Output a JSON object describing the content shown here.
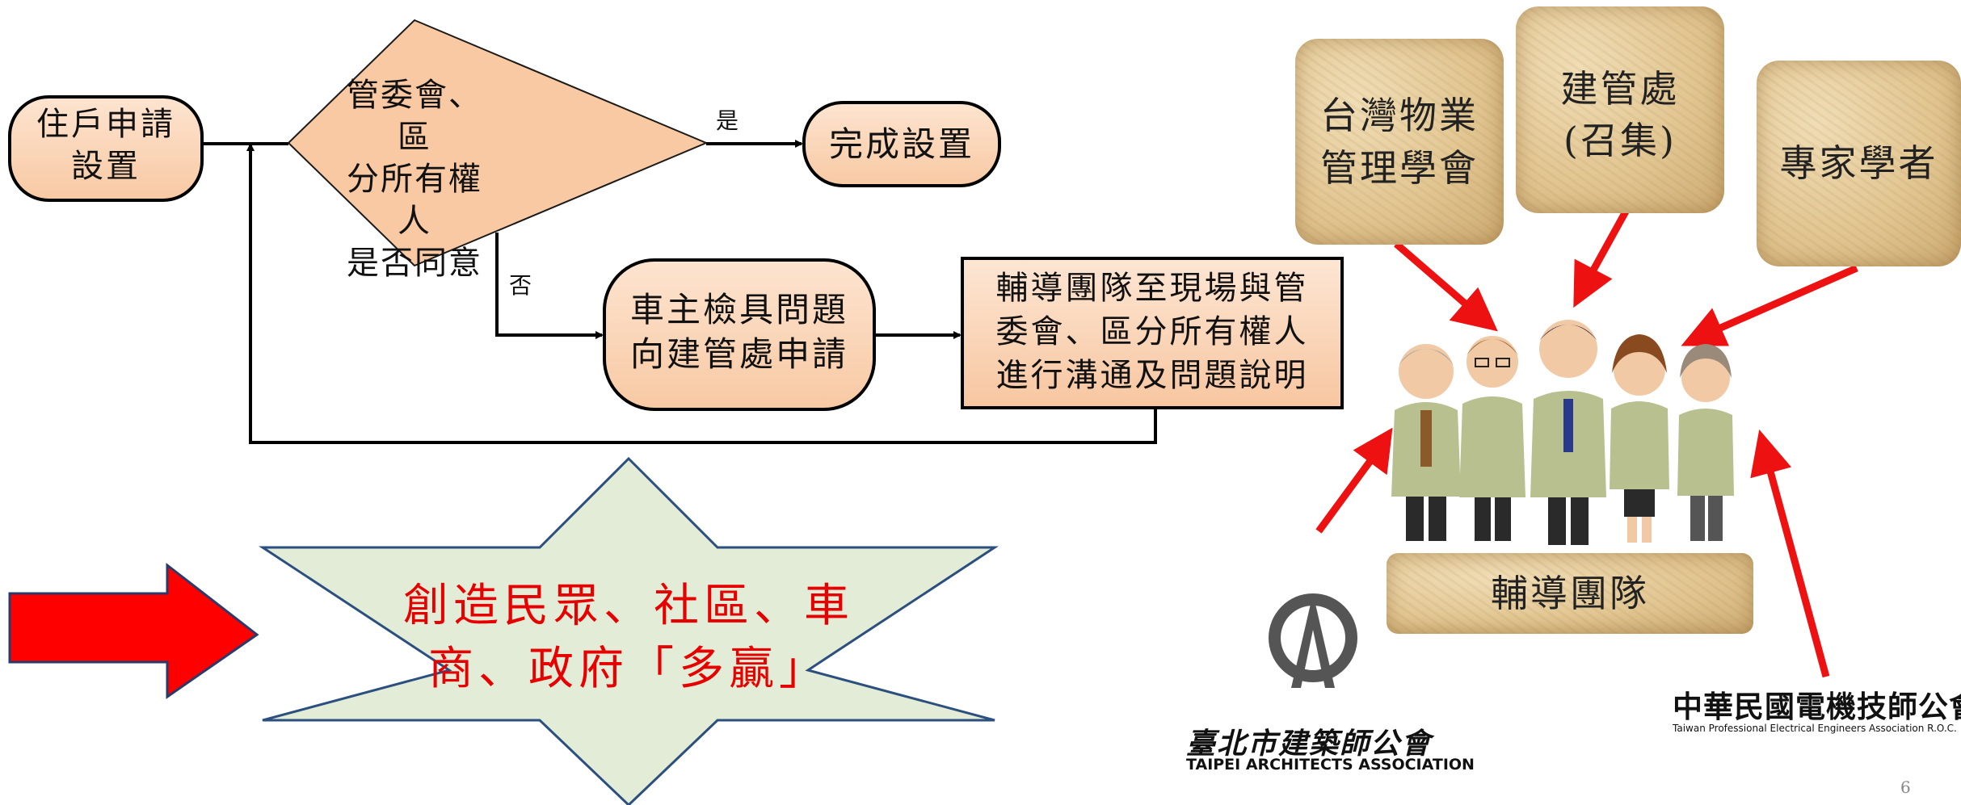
{
  "flowchart": {
    "apply": [
      "住戶申請",
      "設置"
    ],
    "decision": [
      "管委會、區",
      "分所有權人",
      "是否同意"
    ],
    "yes_label": "是",
    "no_label": "否",
    "done": "完成設置",
    "owner_apply": [
      "車主檢具問題",
      "向建管處申請"
    ],
    "team_action": [
      "輔導團隊至現場與管",
      "委會、區分所有權人",
      "進行溝通及問題說明"
    ]
  },
  "outcome": {
    "text": [
      "創造民眾、社區、車",
      "商、政府「多贏」"
    ]
  },
  "participants": {
    "property_society": [
      "台灣物業",
      "管理學會"
    ],
    "building_dept": [
      "建管處",
      "(召集)"
    ],
    "experts": "專家學者",
    "team": "輔導團隊"
  },
  "logos": {
    "architects_cn": "臺北市建築師公會",
    "architects_en": "TAIPEI ARCHITECTS ASSOCIATION",
    "electrical_cn": "中華民國電機技師公會",
    "electrical_en": "Taiwan Professional Electrical Engineers Association R.O.C."
  },
  "page_number": "6",
  "colors": {
    "flow_box": "#fbd9bf",
    "outcome_star": "#e3ecd6",
    "outcome_text": "#e60000",
    "arrow_red": "#ee1111"
  }
}
